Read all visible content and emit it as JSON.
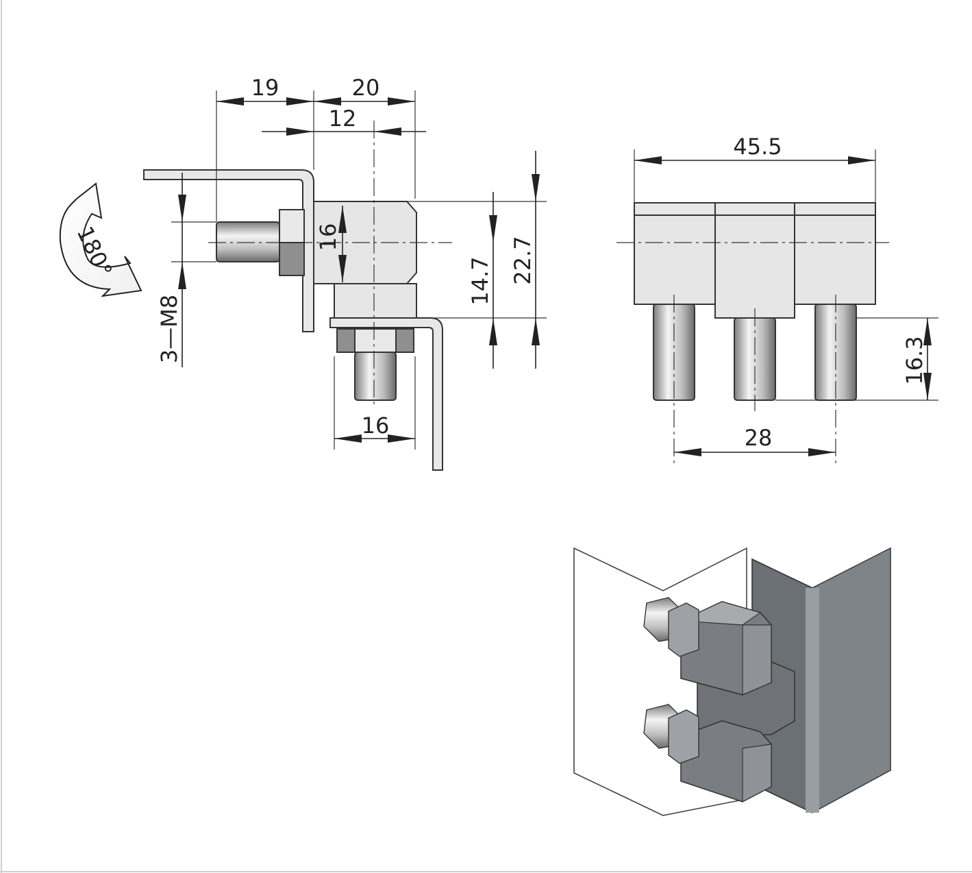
{
  "dimensions": {
    "side_top_left": "19",
    "side_top_right": "20",
    "side_offset": "12",
    "side_block_height": "16",
    "side_height_a": "14.7",
    "side_height_b": "22.7",
    "side_bottom_width": "16",
    "thread_label": "3—M8",
    "rotation": "180°",
    "front_width": "45.5",
    "front_pin_length": "16.3",
    "front_pin_spacing": "28"
  },
  "colors": {
    "metal_light": "#e6e6e6",
    "metal_dark": "#6b7075",
    "metal_mid": "#8a8e92",
    "line": "#222222"
  }
}
